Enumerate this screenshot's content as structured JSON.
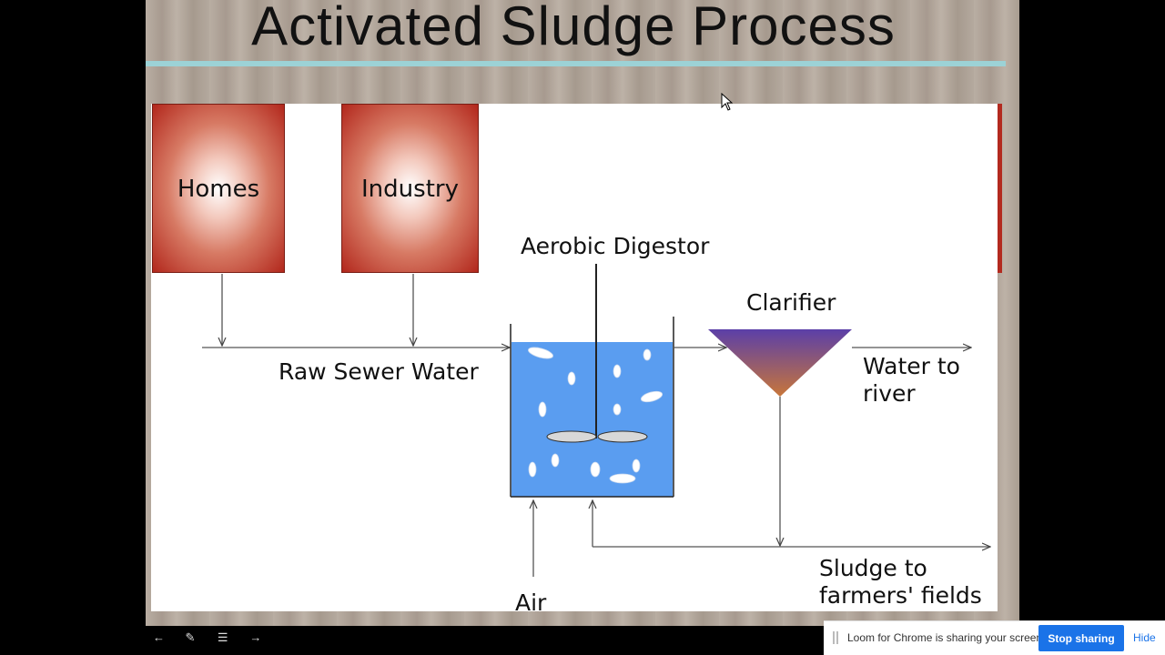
{
  "slide": {
    "title": "Activated Sludge Process"
  },
  "diagram": {
    "homes": "Homes",
    "industry": "Industry",
    "aerobic_digestor": "Aerobic Digestor",
    "clarifier": "Clarifier",
    "raw_sewer_water": "Raw Sewer Water",
    "water_to_river_1": "Water to",
    "water_to_river_2": "river",
    "sludge_1": "Sludge to",
    "sludge_2": "farmers' fields",
    "air": "Air"
  },
  "colors": {
    "water": "#5a9df0",
    "clarifier_top": "#5b3fa8",
    "clarifier_bottom": "#c8763a",
    "box_red": "#b2271c"
  },
  "icons": [
    "cursor-arrow-icon",
    "prev-slide-icon",
    "pen-icon",
    "menu-icon",
    "next-slide-icon"
  ],
  "share_bar": {
    "message": "Loom for Chrome is sharing your screen.",
    "stop_label": "Stop sharing",
    "hide_label": "Hide"
  }
}
